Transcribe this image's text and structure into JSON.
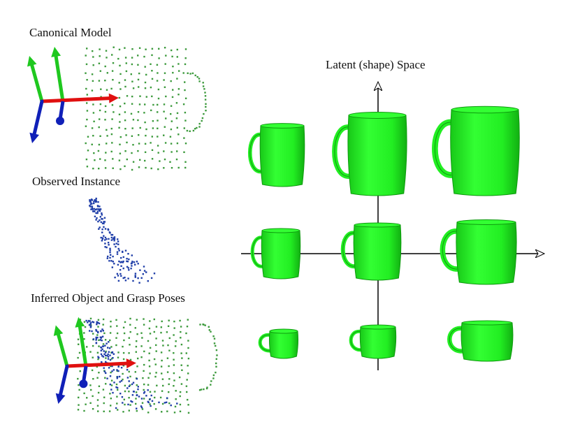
{
  "panels": {
    "canonical_title": "Canonical Model",
    "observed_title": "Observed Instance",
    "inferred_title": "Inferred Object and Grasp Poses"
  },
  "latent_space": {
    "title": "Latent (shape) Space"
  },
  "colors": {
    "mug_fill": "#22ee22",
    "mug_shade": "#10b010",
    "canonical_points": "#3c9a3c",
    "observed_points": "#1f3ea8",
    "axis_x": "#e01010",
    "axis_y": "#1fc81f",
    "axis_z": "#1020b8"
  },
  "icons": [
    "grasp-frame-icon",
    "mug-icon"
  ]
}
